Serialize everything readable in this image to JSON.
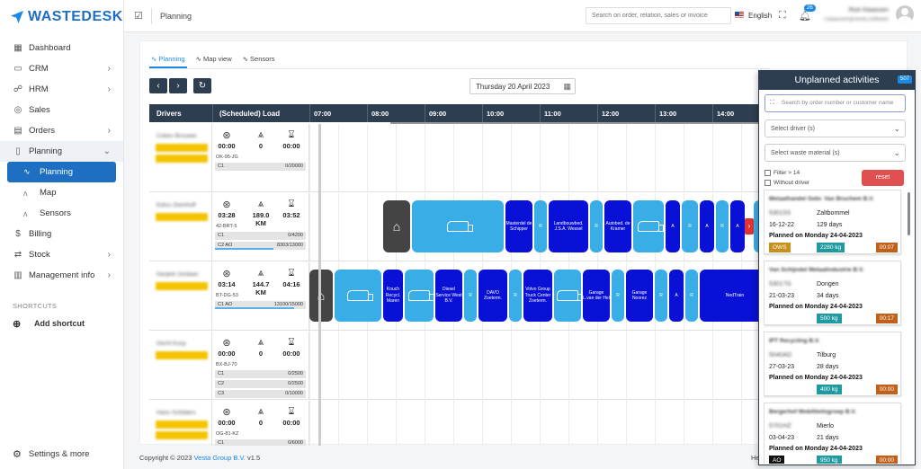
{
  "app": {
    "logo_text": "WASTEDESK"
  },
  "sidebar": {
    "items": [
      {
        "label": "Dashboard",
        "icon": "dashboard-icon"
      },
      {
        "label": "CRM",
        "icon": "crm-icon"
      },
      {
        "label": "HRM",
        "icon": "hrm-icon"
      },
      {
        "label": "Sales",
        "icon": "sales-icon"
      },
      {
        "label": "Orders",
        "icon": "orders-icon"
      },
      {
        "label": "Planning",
        "icon": "planning-icon"
      },
      {
        "label": "Billing",
        "icon": "billing-icon"
      },
      {
        "label": "Stock",
        "icon": "stock-icon"
      },
      {
        "label": "Management info",
        "icon": "management-icon"
      }
    ],
    "planning_sub": [
      {
        "label": "Planning"
      },
      {
        "label": "Map"
      },
      {
        "label": "Sensors"
      }
    ],
    "shortcuts_title": "SHORTCUTS",
    "add_shortcut": "Add shortcut",
    "settings": "Settings & more"
  },
  "topbar": {
    "breadcrumb": "Planning",
    "search_placeholder": "Search on order, relation, sales or invoice",
    "language": "English",
    "notifications": "26",
    "user_name": "Rick Klaassen",
    "user_email": "r.klaassen@vesta.software"
  },
  "planning": {
    "tabs": [
      "Planning",
      "Map view",
      "Sensors"
    ],
    "date": "Thursday 20 April 2023",
    "col_drivers": "Drivers",
    "col_load": "(Scheduled) Load",
    "hours": [
      "07:00",
      "08:00",
      "09:00",
      "10:00",
      "11:00",
      "12:00",
      "13:00",
      "14:00"
    ],
    "rows": [
      {
        "name": "Cobes Brouwer",
        "v1": "00:00",
        "v2": "0",
        "v3": "00:00",
        "vehicle": "OK-95-JG",
        "compartments": [
          {
            "label": "C1",
            "value": "0/20000"
          }
        ]
      },
      {
        "name": "Eelco Zeenhoff",
        "v1": "03:28",
        "v2": "189.0 KM",
        "v3": "03:52",
        "vehicle": "42-BRT-5",
        "compartments": [
          {
            "label": "C1",
            "value": "0/4200"
          },
          {
            "label": "C2 AO",
            "value": "8303/13000"
          }
        ]
      },
      {
        "name": "Gerjeet Jordaan",
        "v1": "03:14",
        "v2": "144.7 KM",
        "v3": "04:16",
        "vehicle": "BT-DG-53",
        "compartments": [
          {
            "label": "C1 AO",
            "value": "13100/15000"
          }
        ]
      },
      {
        "name": "Gerrit Kooy",
        "v1": "00:00",
        "v2": "0",
        "v3": "00:00",
        "vehicle": "BX-BJ-70",
        "compartments": [
          {
            "label": "C1",
            "value": "0/2500"
          },
          {
            "label": "C2",
            "value": "0/2500"
          },
          {
            "label": "C3",
            "value": "0/10000"
          }
        ]
      },
      {
        "name": "Hans Schilders",
        "v1": "00:00",
        "v2": "0",
        "v3": "00:00",
        "vehicle": "OG-81-KZ",
        "compartments": [
          {
            "label": "C1",
            "value": "0/6000"
          }
        ]
      }
    ],
    "block_r": "R",
    "block_a": "A",
    "row2_texts": [
      "Masterdel de Schipper",
      "Landbouwbed. J.S.A. Wessel",
      "Autobed. de Kramer"
    ],
    "row3_texts": [
      "Kouch Recycl. Maren",
      "Diesel Service West B.V.",
      "DAVO Zoeterm.",
      "Volvo Group Truck Center Zoeterm.",
      "Garage L.van der Hel",
      "Garage Noorez",
      "NedTrain"
    ]
  },
  "footer": {
    "copyright": "Copyright © 2023",
    "company": "Vesta Group B.V.",
    "version": "v1.5",
    "right": "He"
  },
  "unplanned": {
    "title": "Unplanned activities",
    "count": "507",
    "search_placeholder": "Search by order number or customer name",
    "driver_select": "Select driver (s)",
    "waste_select": "Select waste material (s)",
    "filter_label": "Filter > 14",
    "without_driver": "Without driver",
    "reset": "reset",
    "cards": [
      {
        "name": "Metaalhandel Gebr. Van Bruchem B.V.",
        "order": "53015S",
        "city": "Zaltbommel",
        "date": "16-12-22",
        "days": "129 days",
        "planned": "Planned on Monday 24-04-2023",
        "tags": [
          {
            "text": "OWS",
            "color": "#c8901a",
            "pos": "left"
          },
          {
            "text": "2280 kg",
            "color": "#1e9aa0",
            "pos": "mid"
          },
          {
            "text": "00:07",
            "color": "#c0601a",
            "pos": "right"
          }
        ]
      },
      {
        "name": "Van Schijndel Metaalindustrie B.V.",
        "order": "53017G",
        "city": "Dongen",
        "date": "21-03-23",
        "days": "34 days",
        "planned": "Planned on Monday 24-04-2023",
        "tags": [
          {
            "text": "500 kg",
            "color": "#1e9aa0",
            "pos": "mid"
          },
          {
            "text": "00:17",
            "color": "#c0601a",
            "pos": "right"
          }
        ]
      },
      {
        "name": "IPT Recycling B.V.",
        "order": "5040AD",
        "city": "Tilburg",
        "date": "27-03-23",
        "days": "28 days",
        "planned": "Planned on Monday 24-04-2023",
        "tags": [
          {
            "text": "400 kg",
            "color": "#1e9aa0",
            "pos": "mid"
          },
          {
            "text": "00:00",
            "color": "#c0601a",
            "pos": "right"
          }
        ]
      },
      {
        "name": "Bergerhof Mobiliteitsgroep B.V.",
        "order": "5701HZ",
        "city": "Mierlo",
        "date": "03-04-23",
        "days": "21 days",
        "planned": "Planned on Monday 24-04-2023",
        "tags": [
          {
            "text": "AO",
            "color": "#111111",
            "pos": "left"
          },
          {
            "text": "950 kg",
            "color": "#1e9aa0",
            "pos": "mid"
          },
          {
            "text": "00:00",
            "color": "#c0601a",
            "pos": "right"
          }
        ]
      }
    ]
  }
}
